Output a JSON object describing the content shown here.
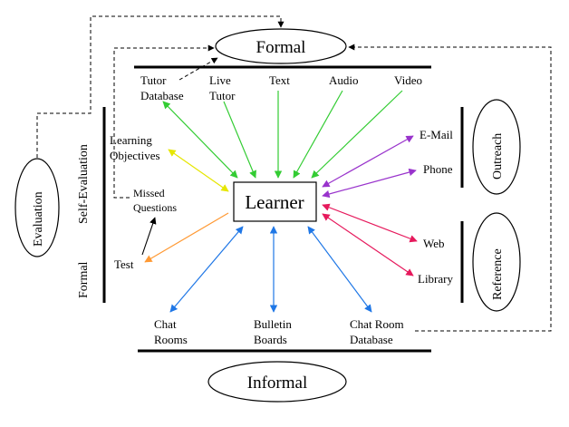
{
  "nodes": {
    "formal_top": "Formal",
    "informal_bottom": "Informal",
    "learner": "Learner",
    "tutor_database": [
      "Tutor",
      "Database"
    ],
    "live_tutor": [
      "Live",
      "Tutor"
    ],
    "text": "Text",
    "audio": "Audio",
    "video": "Video",
    "email": "E-Mail",
    "phone": "Phone",
    "web": "Web",
    "library": "Library",
    "chat_rooms": [
      "Chat",
      "Rooms"
    ],
    "bulletin_boards": [
      "Bulletin",
      "Boards"
    ],
    "chat_room_database": [
      "Chat Room",
      "Database"
    ],
    "learning_objectives": [
      "Learning",
      "Objectives"
    ],
    "missed_questions": [
      "Missed",
      "Questions"
    ],
    "test": "Test",
    "evaluation": "Evaluation",
    "self_evaluation": "Self-Evaluation",
    "formal_side": "Formal",
    "outreach": "Outreach",
    "reference": "Reference"
  },
  "colors": {
    "green": "#33cc33",
    "yellow": "#ffff33",
    "orange": "#ff9933",
    "blue": "#1f77e6",
    "purple": "#9933cc",
    "magenta": "#e6195c",
    "black": "#000000"
  }
}
